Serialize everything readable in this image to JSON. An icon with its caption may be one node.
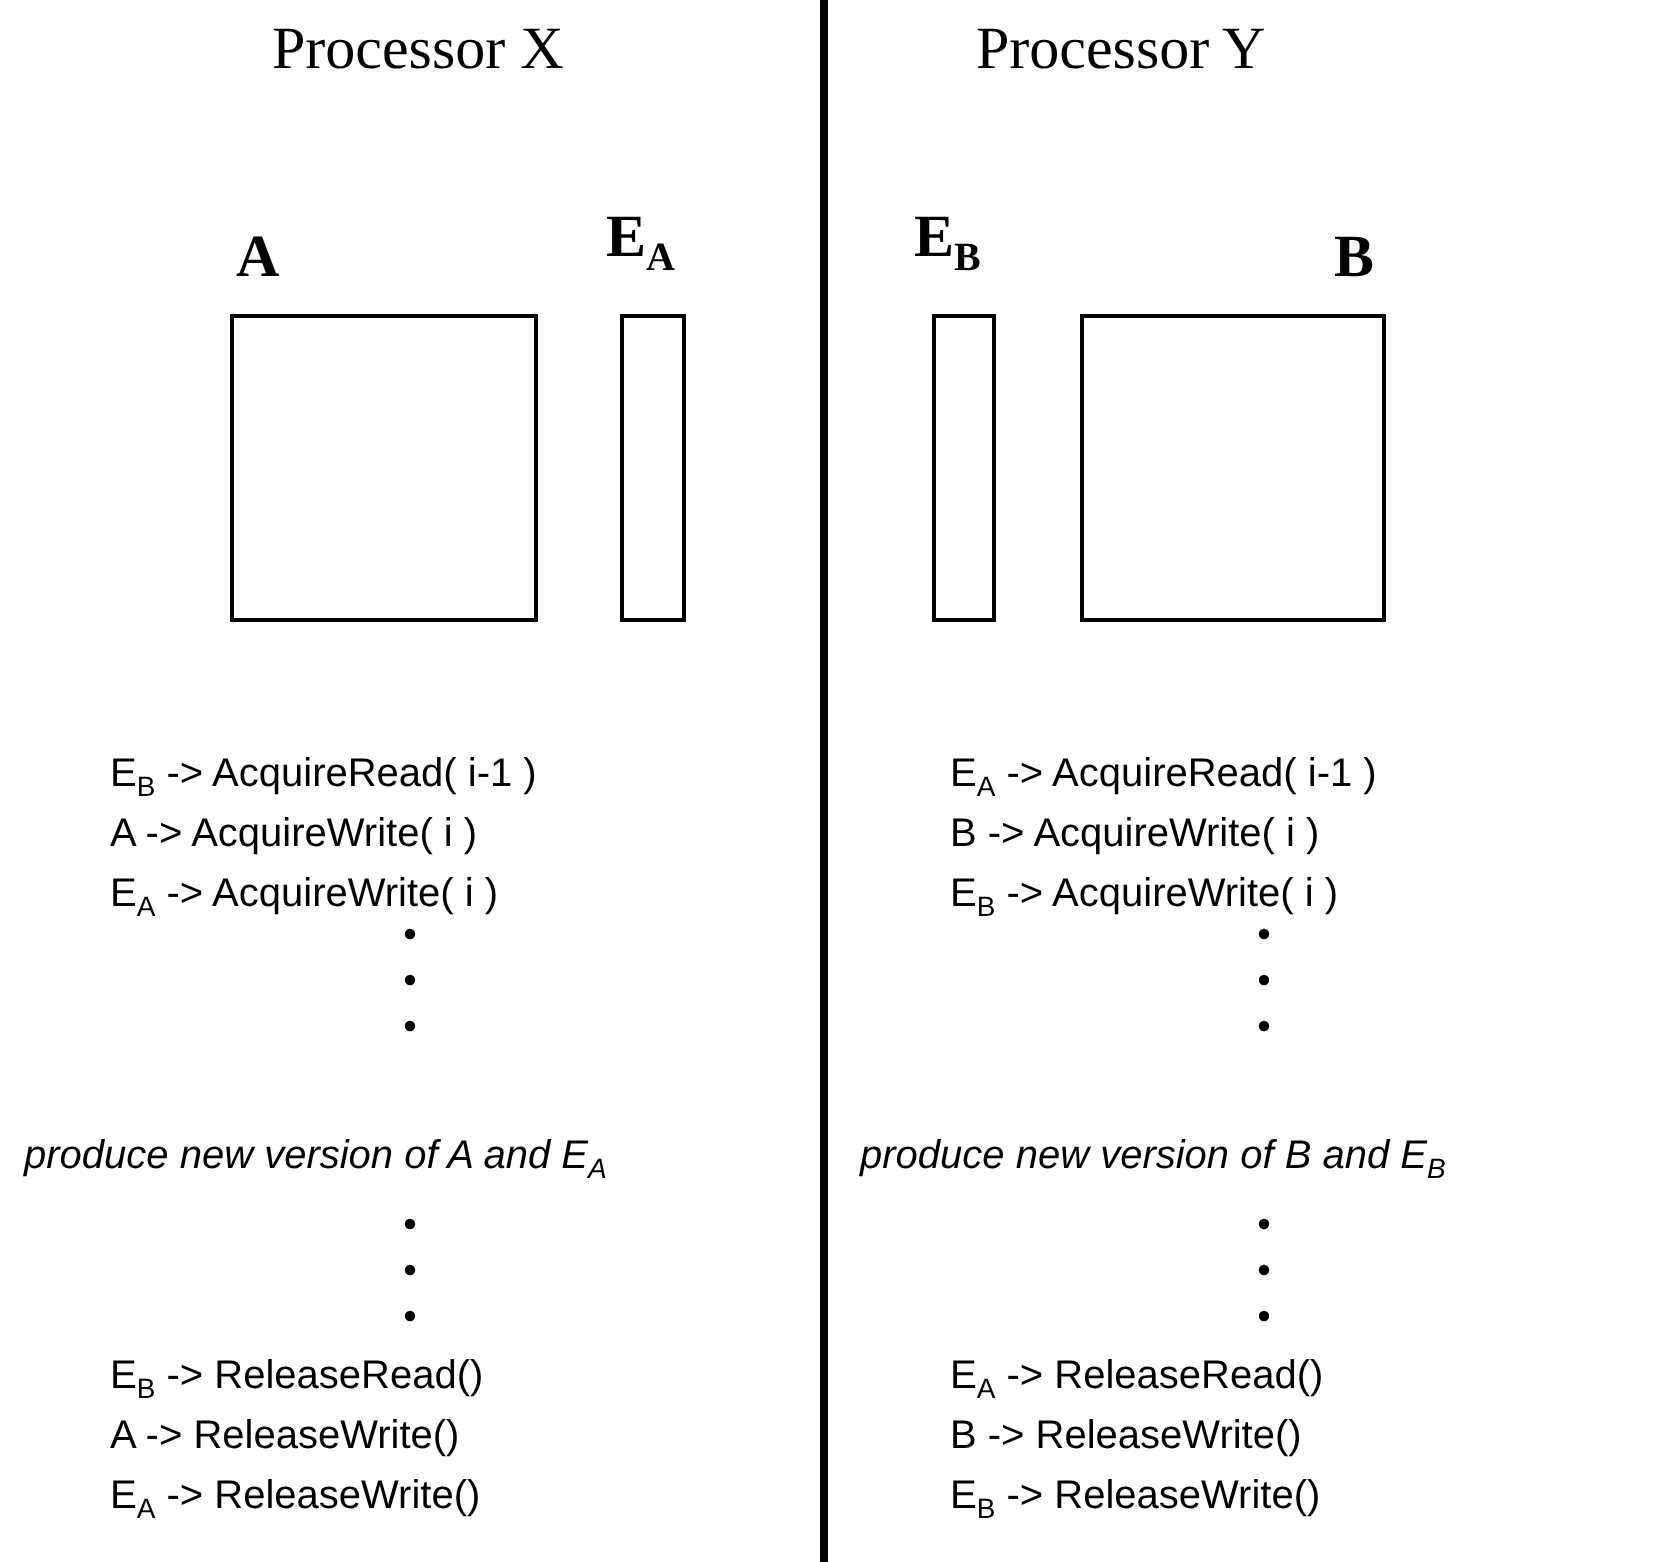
{
  "diagram": {
    "nodes": [
      {
        "text": [
          "A"
        ]
      },
      {
        "text": [
          "E$_{A}$"
        ]
      },
      {
        "text": [
          "E$_{B}$"
        ]
      },
      {
        "text": [
          "B"
        ]
      }
    ],
    "labels": [
      "Processor X",
      "Processor Y",
      "E$_{B}$ -> AcquireRead( i-1 )",
      "A -> AcquireWrite( i )",
      "E$_{A}$ -> AcquireWrite( i )",
      "produce new version of A and E$_{A}$",
      "E$_{B}$ -> ReleaseRead()",
      "A -> ReleaseWrite()",
      "E$_{A}$ -> ReleaseWrite()",
      "E$_{A}$ -> AcquireRead( i-1 )",
      "B -> AcquireWrite( i )",
      "E$_{B}$ -> AcquireWrite( i )",
      "produce new version of B and E$_{B}$",
      "E$_{A}$ -> ReleaseRead()",
      "B -> ReleaseWrite()",
      "E$_{B}$ -> ReleaseWrite()"
    ]
  }
}
